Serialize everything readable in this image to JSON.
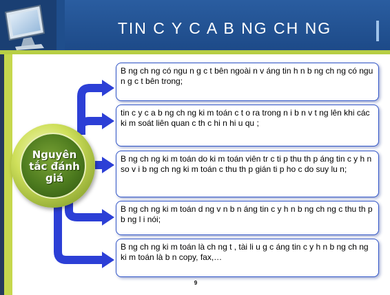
{
  "slide": {
    "title": "TIN C Y C A B NG CH NG",
    "page_number": "9"
  },
  "center": {
    "line1": "Nguyên",
    "line2": "tắc đánh",
    "line3": "giá"
  },
  "boxes": [
    "B ng ch ng có ngu n g c t bên ngoài n v áng tin h n b ng ch ng có ngu n g c t bên trong;",
    "tin c y c a b ng ch ng ki m toán c t o ra trong n i b n v t ng lên khi các ki m soát liên quan c th c hi n hi u qu ;",
    "B ng ch ng ki m toán do ki m toán viên tr c ti p thu th p áng tin c y h n so v i b ng ch ng ki m toán c thu th p gián ti p ho c do suy lu n;",
    "B ng ch ng ki m toán d ng v n b n áng tin c y h n b ng ch ng c thu th p b ng l i nói;",
    "B ng ch ng ki m toán là ch ng t , tài li u g c áng tin c y h n b ng ch ng ki m toán là b n copy, fax,…"
  ],
  "colors": {
    "header": "#1f4e8c",
    "accent": "#b7ce44",
    "arrow": "#2c3fd6",
    "box_border": "#2f53c6"
  }
}
